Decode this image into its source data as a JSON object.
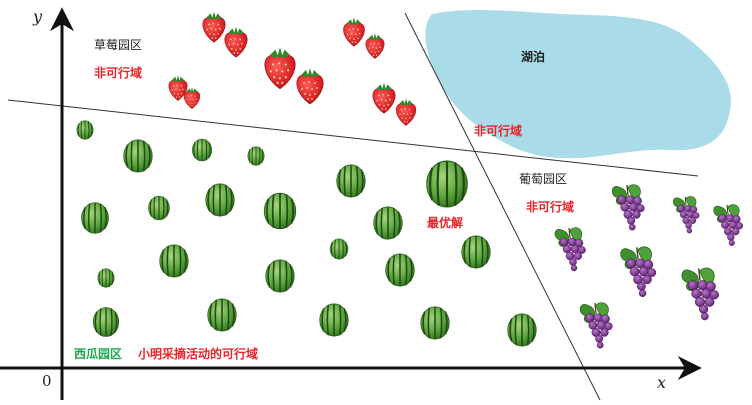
{
  "axes": {
    "y_label": "y",
    "x_label": "x",
    "origin_label": "0"
  },
  "regions": {
    "strawberry_garden": "草莓园区",
    "strawberry_infeasible": "非可行域",
    "lake": "湖泊",
    "lake_infeasible": "非可行域",
    "grape_garden": "葡萄园区",
    "grape_infeasible": "非可行域",
    "optimal": "最优解",
    "watermelon_garden": "西瓜园区",
    "feasible_region": "小明采摘活动的可行域"
  },
  "colors": {
    "lake": "#a9dbe8",
    "infeasible_text": "#e8252b",
    "watermelon_label": "#1aa84a",
    "strawberry": "#e3131c",
    "grape": "#7a2d8e",
    "watermelon": "#4f9a3a"
  },
  "icons": {
    "strawberry": "strawberry-icon",
    "grape": "grape-cluster-icon",
    "watermelon": "watermelon-icon"
  }
}
